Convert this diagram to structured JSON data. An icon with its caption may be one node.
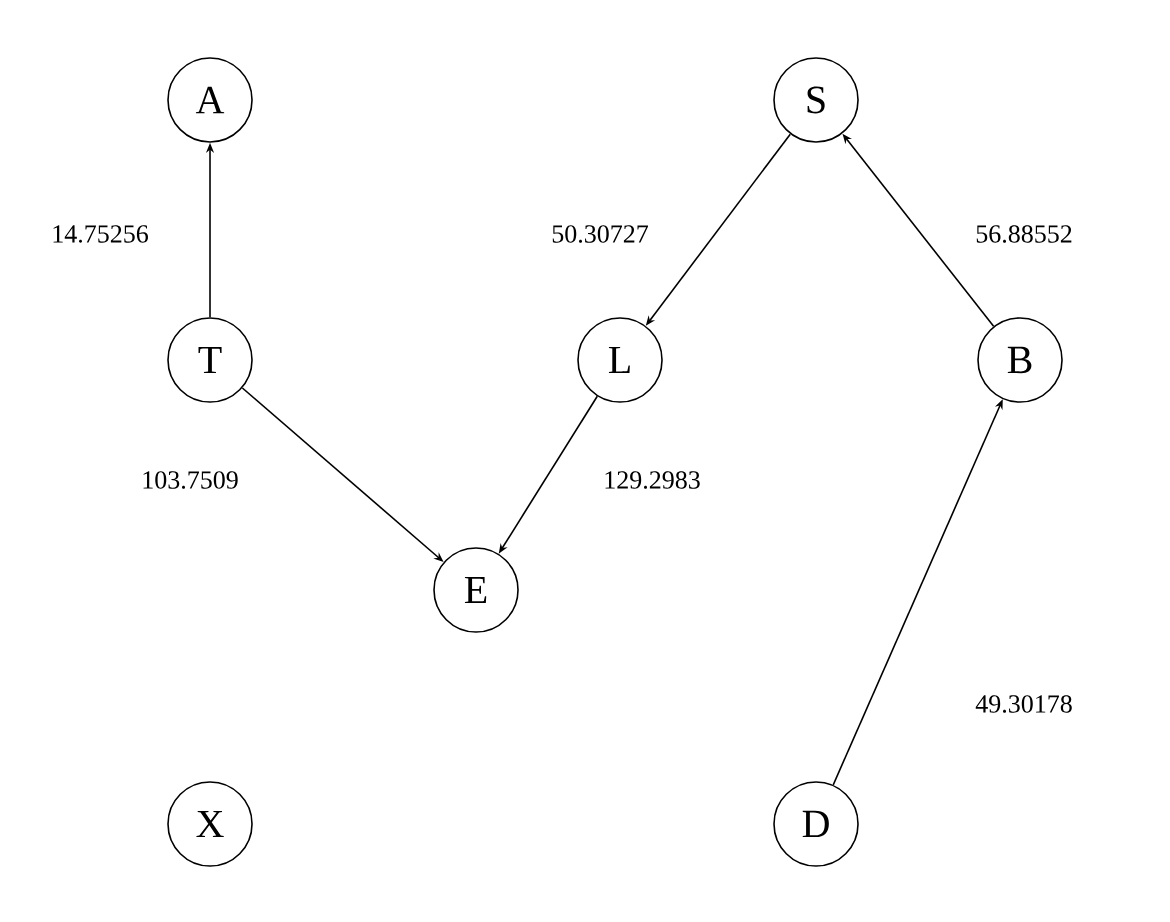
{
  "diagram": {
    "nodes": [
      {
        "text": [
          "A"
        ]
      },
      {
        "text": [
          "S"
        ]
      },
      {
        "text": [
          "T"
        ]
      },
      {
        "text": [
          "L"
        ]
      },
      {
        "text": [
          "B"
        ]
      },
      {
        "text": [
          "E"
        ]
      },
      {
        "text": [
          "X"
        ]
      },
      {
        "text": [
          "D"
        ]
      }
    ],
    "edges": [
      {
        "from": 2,
        "to": 0,
        "arrow": "to",
        "label": "14.75256"
      },
      {
        "from": 1,
        "to": 3,
        "arrow": "to",
        "label": "50.30727"
      },
      {
        "from": 4,
        "to": 1,
        "arrow": "to",
        "label": "56.88552"
      },
      {
        "from": 2,
        "to": 5,
        "arrow": "to",
        "label": "103.7509"
      },
      {
        "from": 3,
        "to": 5,
        "arrow": "to",
        "label": "129.2983"
      },
      {
        "from": 7,
        "to": 4,
        "arrow": "to",
        "label": "49.30178"
      }
    ]
  }
}
